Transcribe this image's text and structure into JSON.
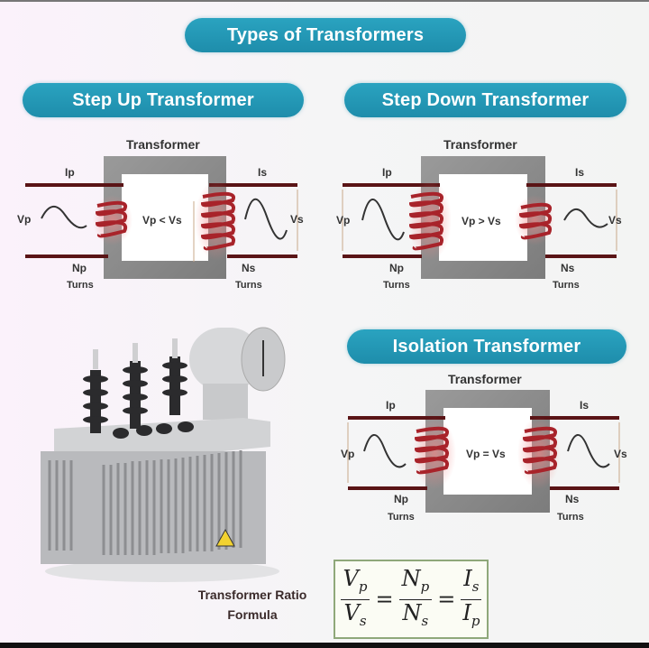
{
  "title": "Types of Transformers",
  "sections": {
    "step_up": {
      "heading": "Step Up Transformer",
      "core_label": "Transformer",
      "ip": "Ip",
      "is": "Is",
      "vp": "Vp",
      "vs": "Vs",
      "relation": "Vp < Vs",
      "np": "Np",
      "ns": "Ns",
      "turns_left": "Turns",
      "turns_right": "Turns"
    },
    "step_down": {
      "heading": "Step Down Transformer",
      "core_label": "Transformer",
      "ip": "Ip",
      "is": "Is",
      "vp": "Vp",
      "vs": "Vs",
      "relation": "Vp > Vs",
      "np": "Np",
      "ns": "Ns",
      "turns_left": "Turns",
      "turns_right": "Turns"
    },
    "isolation": {
      "heading": "Isolation Transformer",
      "core_label": "Transformer",
      "ip": "Ip",
      "is": "Is",
      "vp": "Vp",
      "vs": "Vs",
      "relation": "Vp = Vs",
      "np": "Np",
      "ns": "Ns",
      "turns_left": "Turns",
      "turns_right": "Turns"
    }
  },
  "formula": {
    "label_line1": "Transformer Ratio",
    "label_line2": "Formula",
    "t1_num": "V",
    "t1_num_sub": "p",
    "t1_den": "V",
    "t1_den_sub": "s",
    "t2_num": "N",
    "t2_num_sub": "p",
    "t2_den": "N",
    "t2_den_sub": "s",
    "t3_num": "I",
    "t3_num_sub": "s",
    "t3_den": "I",
    "t3_den_sub": "p",
    "equals": "="
  },
  "photo": {
    "description": "Oil-filled distribution transformer with bushings and conservator tank"
  },
  "colors": {
    "pill": "#1e8dab",
    "coil": "#a8232a",
    "core": "#8a8a8a",
    "wire": "#5a1416"
  }
}
